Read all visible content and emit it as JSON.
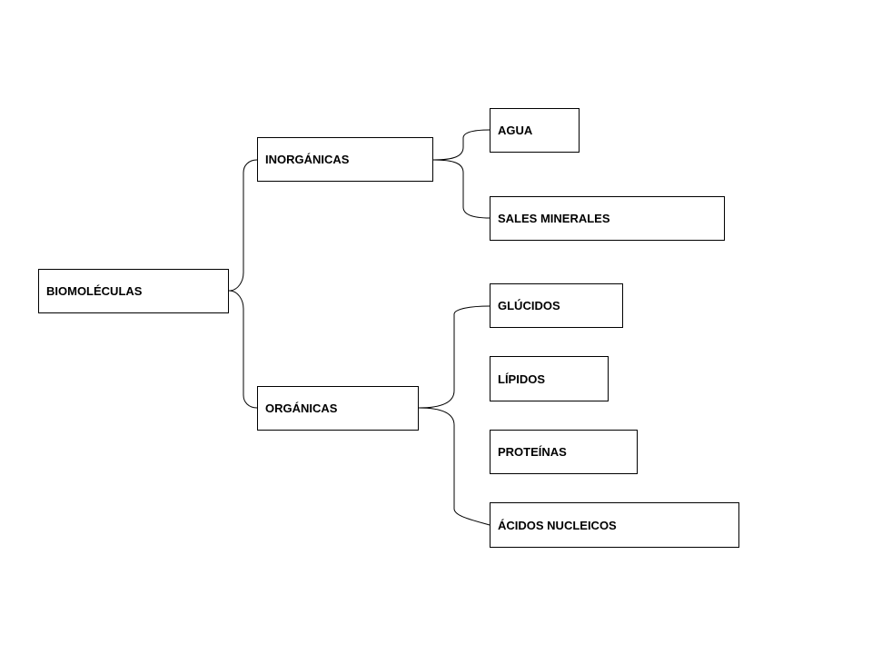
{
  "diagram": {
    "root": {
      "label": "BIOMOLÉCULAS"
    },
    "branches": [
      {
        "label": "INORGÁNICAS",
        "children": [
          {
            "label": "AGUA"
          },
          {
            "label": "SALES MINERALES"
          }
        ]
      },
      {
        "label": "ORGÁNICAS",
        "children": [
          {
            "label": "GLÚCIDOS"
          },
          {
            "label": "LÍPIDOS"
          },
          {
            "label": "PROTEÍNAS"
          },
          {
            "label": "ÁCIDOS NUCLEICOS"
          }
        ]
      }
    ]
  }
}
